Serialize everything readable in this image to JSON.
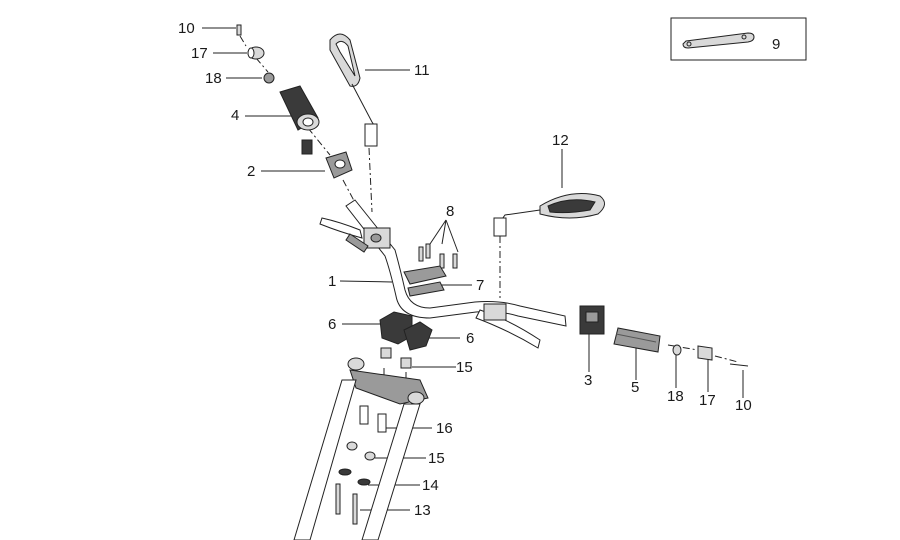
{
  "callouts": {
    "c10a": "10",
    "c17a": "17",
    "c18a": "18",
    "c4": "4",
    "c2": "2",
    "c11": "11",
    "c12": "12",
    "c9": "9",
    "c8": "8",
    "c1": "1",
    "c7": "7",
    "c6a": "6",
    "c6b": "6",
    "c15a": "15",
    "c16": "16",
    "c15b": "15",
    "c14": "14",
    "c13": "13",
    "c3": "3",
    "c5": "5",
    "c18b": "18",
    "c17b": "17",
    "c10b": "10"
  },
  "colors": {
    "line": "#222222",
    "fill_light": "#d9d9d9",
    "fill_mid": "#9a9a9a",
    "fill_dark": "#3a3a3a"
  }
}
